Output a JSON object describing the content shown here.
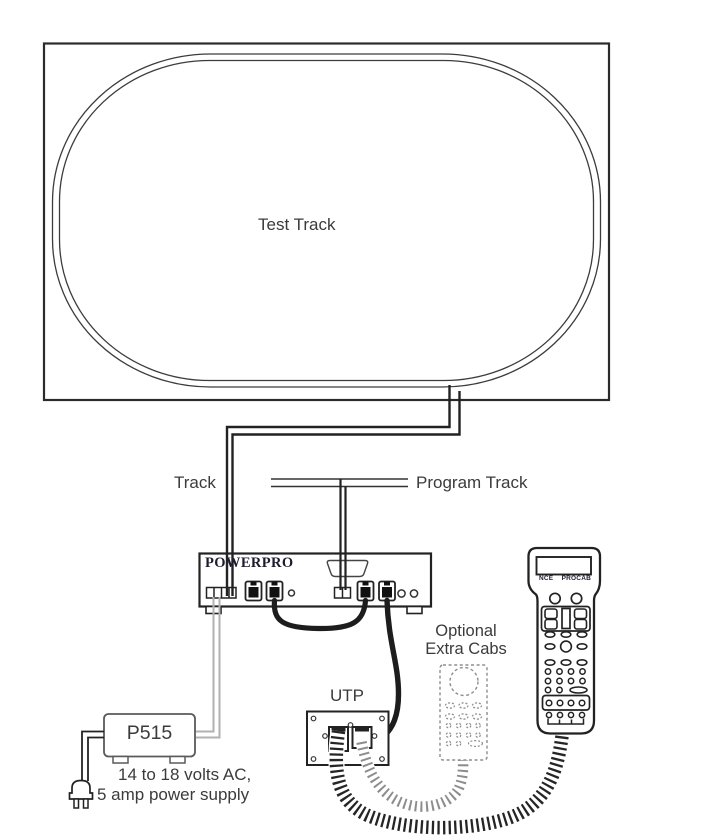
{
  "labels": {
    "test_track": "Test Track",
    "track": "Track",
    "program_track": "Program Track",
    "powerpro": "POWERPRO",
    "optional_line1": "Optional",
    "optional_line2": "Extra Cabs",
    "utp": "UTP",
    "p515": "P515",
    "supply_line1": "14 to 18 volts AC,",
    "supply_line2": "5 amp power supply",
    "cab_brand": "NCE",
    "cab_model": "PROCAB"
  },
  "colors": {
    "line": "#222222",
    "text": "#3b3b3d",
    "brand_text": "#1c1c2e",
    "light_wire": "#b2b2b2",
    "dashed_gray": "#8d8d8d",
    "background": "#ffffff"
  }
}
